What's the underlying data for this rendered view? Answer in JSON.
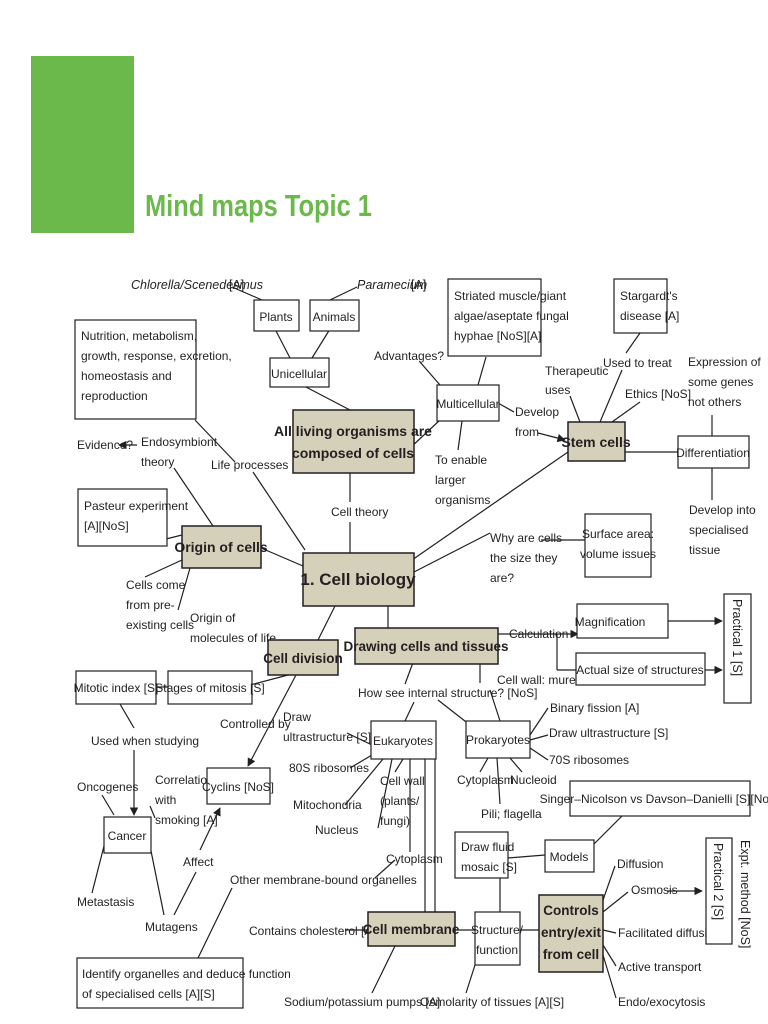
{
  "header": {
    "title": "Mind maps Topic 1"
  },
  "colors": {
    "accent": "#6ab94a",
    "hub_fill": "#d5d0b9"
  },
  "nodes": {
    "chlorella": "Chlorella/Scenedesmus",
    "chlorella_tag": "[A]",
    "paramecium": "Paramecium",
    "paramecium_tag": "[A]",
    "plants": "Plants",
    "animals": "Animals",
    "unicellular": "Unicellular",
    "striated": [
      "Striated muscle/giant",
      "algae/aseptate fungal",
      "hyphae [NoS][A]"
    ],
    "stargardt": [
      "Stargardt's",
      "disease [A]"
    ],
    "nutrition": [
      "Nutrition, metabolism,",
      "growth, response, excretion,",
      "homeostasis and",
      "reproduction"
    ],
    "advantages": "Advantages?",
    "multicellular": "Multicellular",
    "therapeutic": [
      "Therapeutic",
      "uses"
    ],
    "used_to_treat": "Used to treat",
    "ethics": "Ethics [NoS]",
    "expression": [
      "Expression of",
      "some genes",
      "not others"
    ],
    "all_living": [
      "All living organisms are",
      "composed of cells"
    ],
    "develop_from": [
      "Develop",
      "from"
    ],
    "stem_cells": "Stem cells",
    "differentiation": "Differentiation",
    "evidence": "Evidence?",
    "endosymbiont": [
      "Endosymbiont",
      "theory"
    ],
    "life_processes": "Life processes",
    "to_enable": [
      "To enable",
      "larger",
      "organisms"
    ],
    "pasteur": [
      "Pasteur experiment",
      "[A][NoS]"
    ],
    "cell_theory": "Cell theory",
    "develop_into": [
      "Develop into",
      "specialised",
      "tissue"
    ],
    "origin_of_cells": "Origin of cells",
    "why_size": [
      "Why are cells",
      "the size they",
      "are?"
    ],
    "surface_area": [
      "Surface area:",
      "volume issues"
    ],
    "cell_biology": "1. Cell biology",
    "cells_come": [
      "Cells come",
      "from pre-",
      "existing cells"
    ],
    "origin_molecules": [
      "Origin of",
      "molecules of life"
    ],
    "calculation": "Calculation",
    "magnification": "Magnification",
    "practical1": "Practical 1 [S]",
    "drawing_cells": "Drawing cells and tissues",
    "cell_division": "Cell division",
    "actual_size": "Actual size of structures",
    "mitotic_index": "Mitotic index [S]",
    "stages_mitosis": "Stages of mitosis [S]",
    "how_see": "How see internal structure? [NoS]",
    "cell_wall_murein": "Cell wall: murein",
    "binary_fission": "Binary fission [A]",
    "controlled_by": "Controlled by",
    "draw_ultra_left": [
      "Draw",
      "ultrastructure [S]"
    ],
    "eukaryotes": "Eukaryotes",
    "prokaryotes": "Prokaryotes",
    "draw_ultra_right": "Draw ultrastructure [S]",
    "used_when": "Used when studying",
    "ribosomes80": "80S ribosomes",
    "ribosomes70": "70S ribosomes",
    "oncogenes": "Oncogenes",
    "correlation": [
      "Correlation",
      "with",
      "smoking [A]"
    ],
    "cyclins": "Cyclins [NoS]",
    "cell_wall": [
      "Cell wall",
      "(plants/",
      "fungi)"
    ],
    "cytoplasm_pro": "Cytoplasm",
    "nucleoid": "Nucleoid",
    "mitochondria": "Mitochondria",
    "singer": "Singer–Nicolson vs Davson–Danielli [S][NoS]",
    "pili": "Pili; flagella",
    "cancer": "Cancer",
    "nucleus": "Nucleus",
    "expt_method": "Expt. method [NoS]",
    "practical2": "Practical 2 [S]",
    "affect": "Affect",
    "draw_fluid": [
      "Draw fluid",
      "mosaic [S]"
    ],
    "models": "Models",
    "cytoplasm_eu": "Cytoplasm",
    "diffusion": "Diffusion",
    "other_membrane": "Other membrane-bound organelles",
    "osmosis": "Osmosis",
    "metastasis": "Metastasis",
    "controls": [
      "Controls",
      "entry/exit",
      "from cell"
    ],
    "mutagens": "Mutagens",
    "contains_cholesterol": "Contains cholesterol [A]",
    "cell_membrane": "Cell membrane",
    "structure_function": [
      "Structure/",
      "function"
    ],
    "facilitated": "Facilitated diffusion",
    "active_transport": "Active transport",
    "identify": [
      "Identify organelles and deduce function",
      "of specialised cells [A][S]"
    ],
    "endo": "Endo/exocytosis",
    "sodium": "Sodium/potassium pumps [A]",
    "osmolarity": "Osmolarity of tissues [A][S]"
  }
}
